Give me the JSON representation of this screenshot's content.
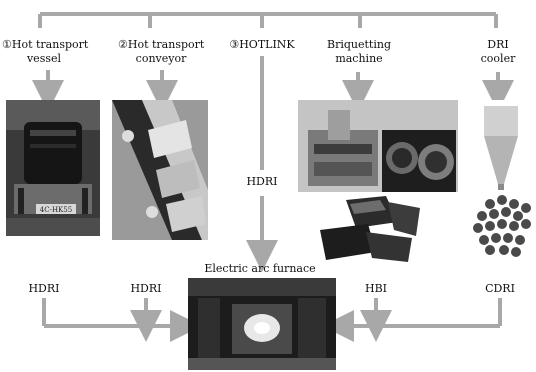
{
  "sources": [
    {
      "id": "hot-transport-vessel",
      "line1": "①Hot transport",
      "line2": "vessel"
    },
    {
      "id": "hot-transport-conveyor",
      "line1": "②Hot transport",
      "line2": "conveyor"
    },
    {
      "id": "hotlink",
      "line1": "③HOTLINK",
      "line2": ""
    },
    {
      "id": "briquetting-machine",
      "line1": "Briquetting",
      "line2": "machine"
    },
    {
      "id": "dri-cooler",
      "line1": "DRI",
      "line2": "cooler"
    }
  ],
  "flows": {
    "hdri_vessel": "HDRI",
    "hdri_conveyor": "HDRI",
    "hdri_hotlink": "HDRI",
    "hbi": "HBI",
    "cdri": "CDRI"
  },
  "target": "Electric arc furnace",
  "photo_marking": "4C-HK55",
  "colors": {
    "arrow": "#a8a8a8",
    "photo_dark": "#2a2a2a",
    "photo_mid": "#7a7a7a",
    "photo_light": "#d6d6d6"
  }
}
